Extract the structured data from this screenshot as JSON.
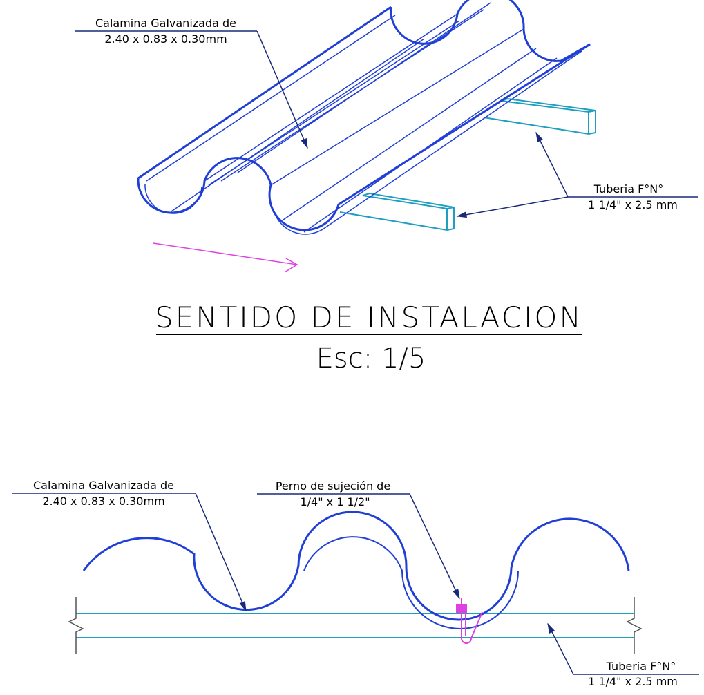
{
  "top_view": {
    "sheet_label_line1": "Calamina Galvanizada de",
    "sheet_label_line2": "2.40 x 0.83 x 0.30mm",
    "tube_label_line1": "Tuberia F°N°",
    "tube_label_line2": "1 1/4\" x 2.5 mm"
  },
  "title": {
    "main": "SENTIDO DE INSTALACION",
    "scale": "Esc:  1/5"
  },
  "section_view": {
    "sheet_label_line1": "Calamina Galvanizada de",
    "sheet_label_line2": "2.40 x 0.83 x 0.30mm",
    "bolt_label_line1": "Perno de sujeción de",
    "bolt_label_line2": "1/4\" x 1 1/2\"",
    "tube_label_line1": "Tuberia F°N°",
    "tube_label_line2": "1 1/4\" x 2.5 mm"
  },
  "colors": {
    "sheet": "#1f3fd6",
    "tube": "#1f9fbf",
    "bolt": "#e040e0",
    "direction_arrow": "#e040e0",
    "leader": "#1a2a7a",
    "text": "#000000"
  }
}
